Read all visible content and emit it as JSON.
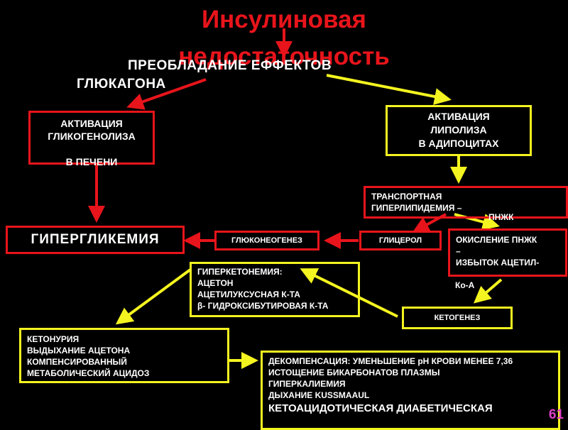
{
  "title": "Инсулиновая недостаточность",
  "subtitle": "ПРЕОБЛАДАНИЕ ЕФФЕКТОВ ГЛЮКАГОНА",
  "boxes": {
    "glycogenolysis": "АКТИВАЦИЯ\nГЛИКОГЕНОЛИЗА\n\nВ  ПЕЧЕНИ",
    "lipolysis": "АКТИВАЦИЯ\nЛИПОЛИЗА\nВ АДИПОЦИТАХ",
    "transport": "ТРАНСПОРТНАЯ\nГИПЕРЛИПИДЕМИЯ –",
    "transport_overflow": "ПНЖК",
    "hyperglycemia": "ГИПЕРГЛИКЕМИЯ",
    "gluconeogenesis": "ГЛЮКОНЕОГЕНЕЗ",
    "glycerol": "ГЛИЦЕРОЛ",
    "oxidation": "ОКИСЛЕНИЕ ПНЖК\n–\nИЗБЫТОК АЦЕТИЛ-",
    "oxidation_overflow": "Ко-А",
    "hyperketonemia": "ГИПЕРКЕТОНЕМИЯ:\nАЦЕТОН\nАЦЕТИЛУКСУСНАЯ К-ТА\nβ- ГИДРОКСИБУТИРОВАЯ К-ТА",
    "ketogenesis": "КЕТОГЕНЕЗ",
    "ketonuria": "КЕТОНУРИЯ\nВЫДЫХАНИЕ АЦЕТОНА\nКОМПЕНСИРОВАННЫЙ\nМЕТАБОЛИЧЕСКИЙ АЦИДОЗ",
    "decompensation": "ДЕКОМПЕНСАЦИЯ: УМЕНЬШЕНИЕ pH КРОВИ МЕНЕЕ 7,36\nИСТОЩЕНИЕ БИКАРБОНАТОВ ПЛАЗМЫ\nГИПЕРКАЛИЕМИЯ\nДЫХАНИЕ KUSSMAAUL",
    "coma": "КЕТОАЦИДОТИЧЕСКАЯ ДИАБЕТИЧЕСКАЯ"
  },
  "page_number": "61",
  "colors": {
    "red": "#e8141b",
    "yellow": "#f4f420",
    "page_number": "#e040c8"
  }
}
